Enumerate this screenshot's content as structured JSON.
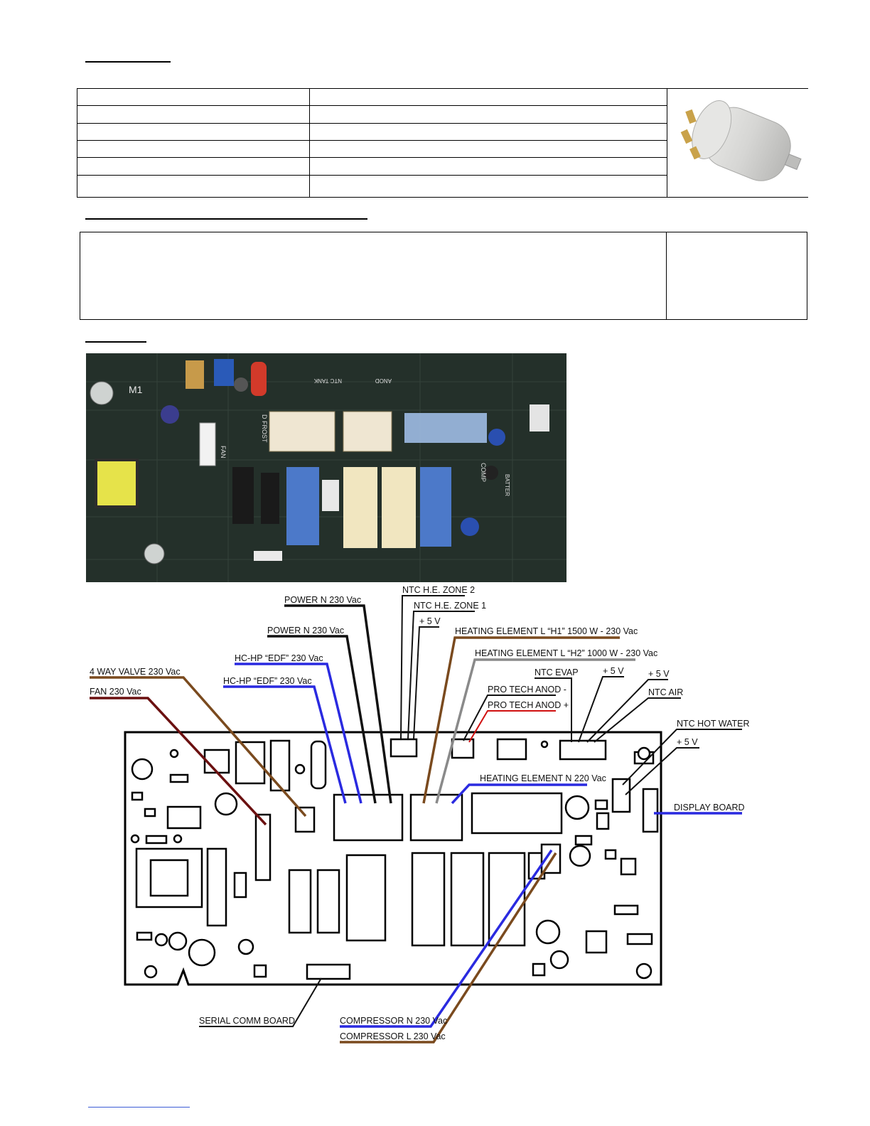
{
  "page": {
    "footer_link": ""
  },
  "colors": {
    "black_wire": "#111111",
    "blue_wire": "#2a2ae0",
    "brown_wire": "#7a4a1e",
    "gray_wire": "#8a8a8a",
    "red_wire": "#d01010",
    "dark_red_wire": "#6b1010",
    "board_outline": "#000000",
    "photo_pcb": "#1f2a25"
  },
  "labels": {
    "ntc_he_zone2": "NTC H.E. ZONE 2",
    "ntc_he_zone1": "NTC H.E. ZONE 1",
    "plus5v_top": "+ 5 V",
    "power_n_1": "POWER N 230 Vac",
    "power_n_2": "POWER N 230 Vac",
    "heating_h1": "HEATING ELEMENT L “H1” 1500 W - 230 Vac",
    "heating_h2": "HEATING ELEMENT L “H2” 1000 W - 230 Vac",
    "hchp_edf_1": "HC-HP “EDF” 230 Vac",
    "hchp_edf_2": "HC-HP “EDF” 230 Vac",
    "way_valve": "4 WAY VALVE 230 Vac",
    "fan": "FAN 230 Vac",
    "ntc_evap": "NTC EVAP",
    "plus5v_a": "+ 5 V",
    "plus5v_b": "+ 5 V",
    "ntc_air": "NTC AIR",
    "pro_tech_minus": "PRO TECH ANOD -",
    "pro_tech_plus": "PRO TECH ANOD +",
    "ntc_hot_water": "NTC HOT WATER",
    "plus5v_c": "+ 5 V",
    "heating_n": "HEATING ELEMENT N 220 Vac",
    "display_board": "DISPLAY BOARD",
    "serial_comm": "SERIAL COMM BOARD",
    "compressor_n": "COMPRESSOR N 230 Vac",
    "compressor_l": "COMPRESSOR L 230 Vac"
  },
  "photo": {
    "silk_m1": "M1",
    "silk_dfrost": "D FROST",
    "silk_fan": "FAN",
    "silk_comp": "COMP",
    "silk_ntc_tank": "NTC TANK",
    "silk_anod": "ANOD",
    "silk_batter": "BATTER"
  }
}
